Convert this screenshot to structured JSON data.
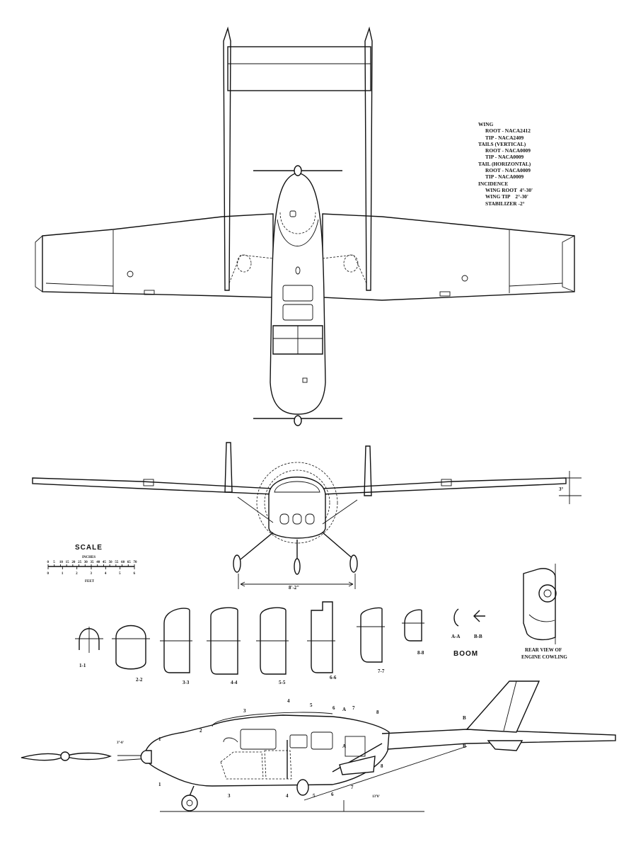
{
  "spec_table": [
    {
      "text": "WING",
      "indent": 0
    },
    {
      "text": "ROOT - NACA2412",
      "indent": 1
    },
    {
      "text": "TIP - NACA2409",
      "indent": 1
    },
    {
      "text": "TAILS (VERTICAL)",
      "indent": 0
    },
    {
      "text": "ROOT - NACA0009",
      "indent": 1
    },
    {
      "text": "TIP - NACA0009",
      "indent": 1
    },
    {
      "text": "TAIL (HORIZONTAL)",
      "indent": 0
    },
    {
      "text": "ROOT - NACA0009",
      "indent": 1
    },
    {
      "text": "TIP - NACA0009",
      "indent": 1
    },
    {
      "text": "INCIDENCE",
      "indent": 0
    },
    {
      "text": "WING ROOT  4°-30'",
      "indent": 1
    },
    {
      "text": "WING TIP    2°-30'",
      "indent": 1
    },
    {
      "text": "STABILIZER -2°",
      "indent": 1
    }
  ],
  "scale": {
    "title": "SCALE",
    "units_top": "INCHES",
    "units_bottom": "FEET",
    "inch_ticks": [
      "0",
      "5",
      "10",
      "15",
      "20",
      "25",
      "30",
      "35",
      "40",
      "45",
      "50",
      "55",
      "60",
      "65",
      "70"
    ],
    "feet_ticks": [
      "0",
      "1",
      "2",
      "3",
      "4",
      "5",
      "6"
    ]
  },
  "front_view": {
    "dihedral_label": "3°",
    "track_label": "8'-2\""
  },
  "sections": {
    "labels": [
      "1-1",
      "2-2",
      "3-3",
      "4-4",
      "5-5",
      "6-6",
      "7-7",
      "8-8"
    ],
    "boom_labels": [
      "A-A",
      "B-B"
    ],
    "boom_title": "BOOM",
    "rear_view_caption": [
      "REAR VIEW OF",
      "ENGINE COWLING"
    ]
  },
  "side_view": {
    "prop_angle_label": "3°-0'",
    "ground_angle_label": "13°0'",
    "station_marks": [
      "1",
      "1",
      "2",
      "3",
      "3",
      "4",
      "4",
      "5",
      "5",
      "6",
      "6",
      "A",
      "A",
      "7",
      "7",
      "8",
      "8",
      "B",
      "B"
    ]
  }
}
